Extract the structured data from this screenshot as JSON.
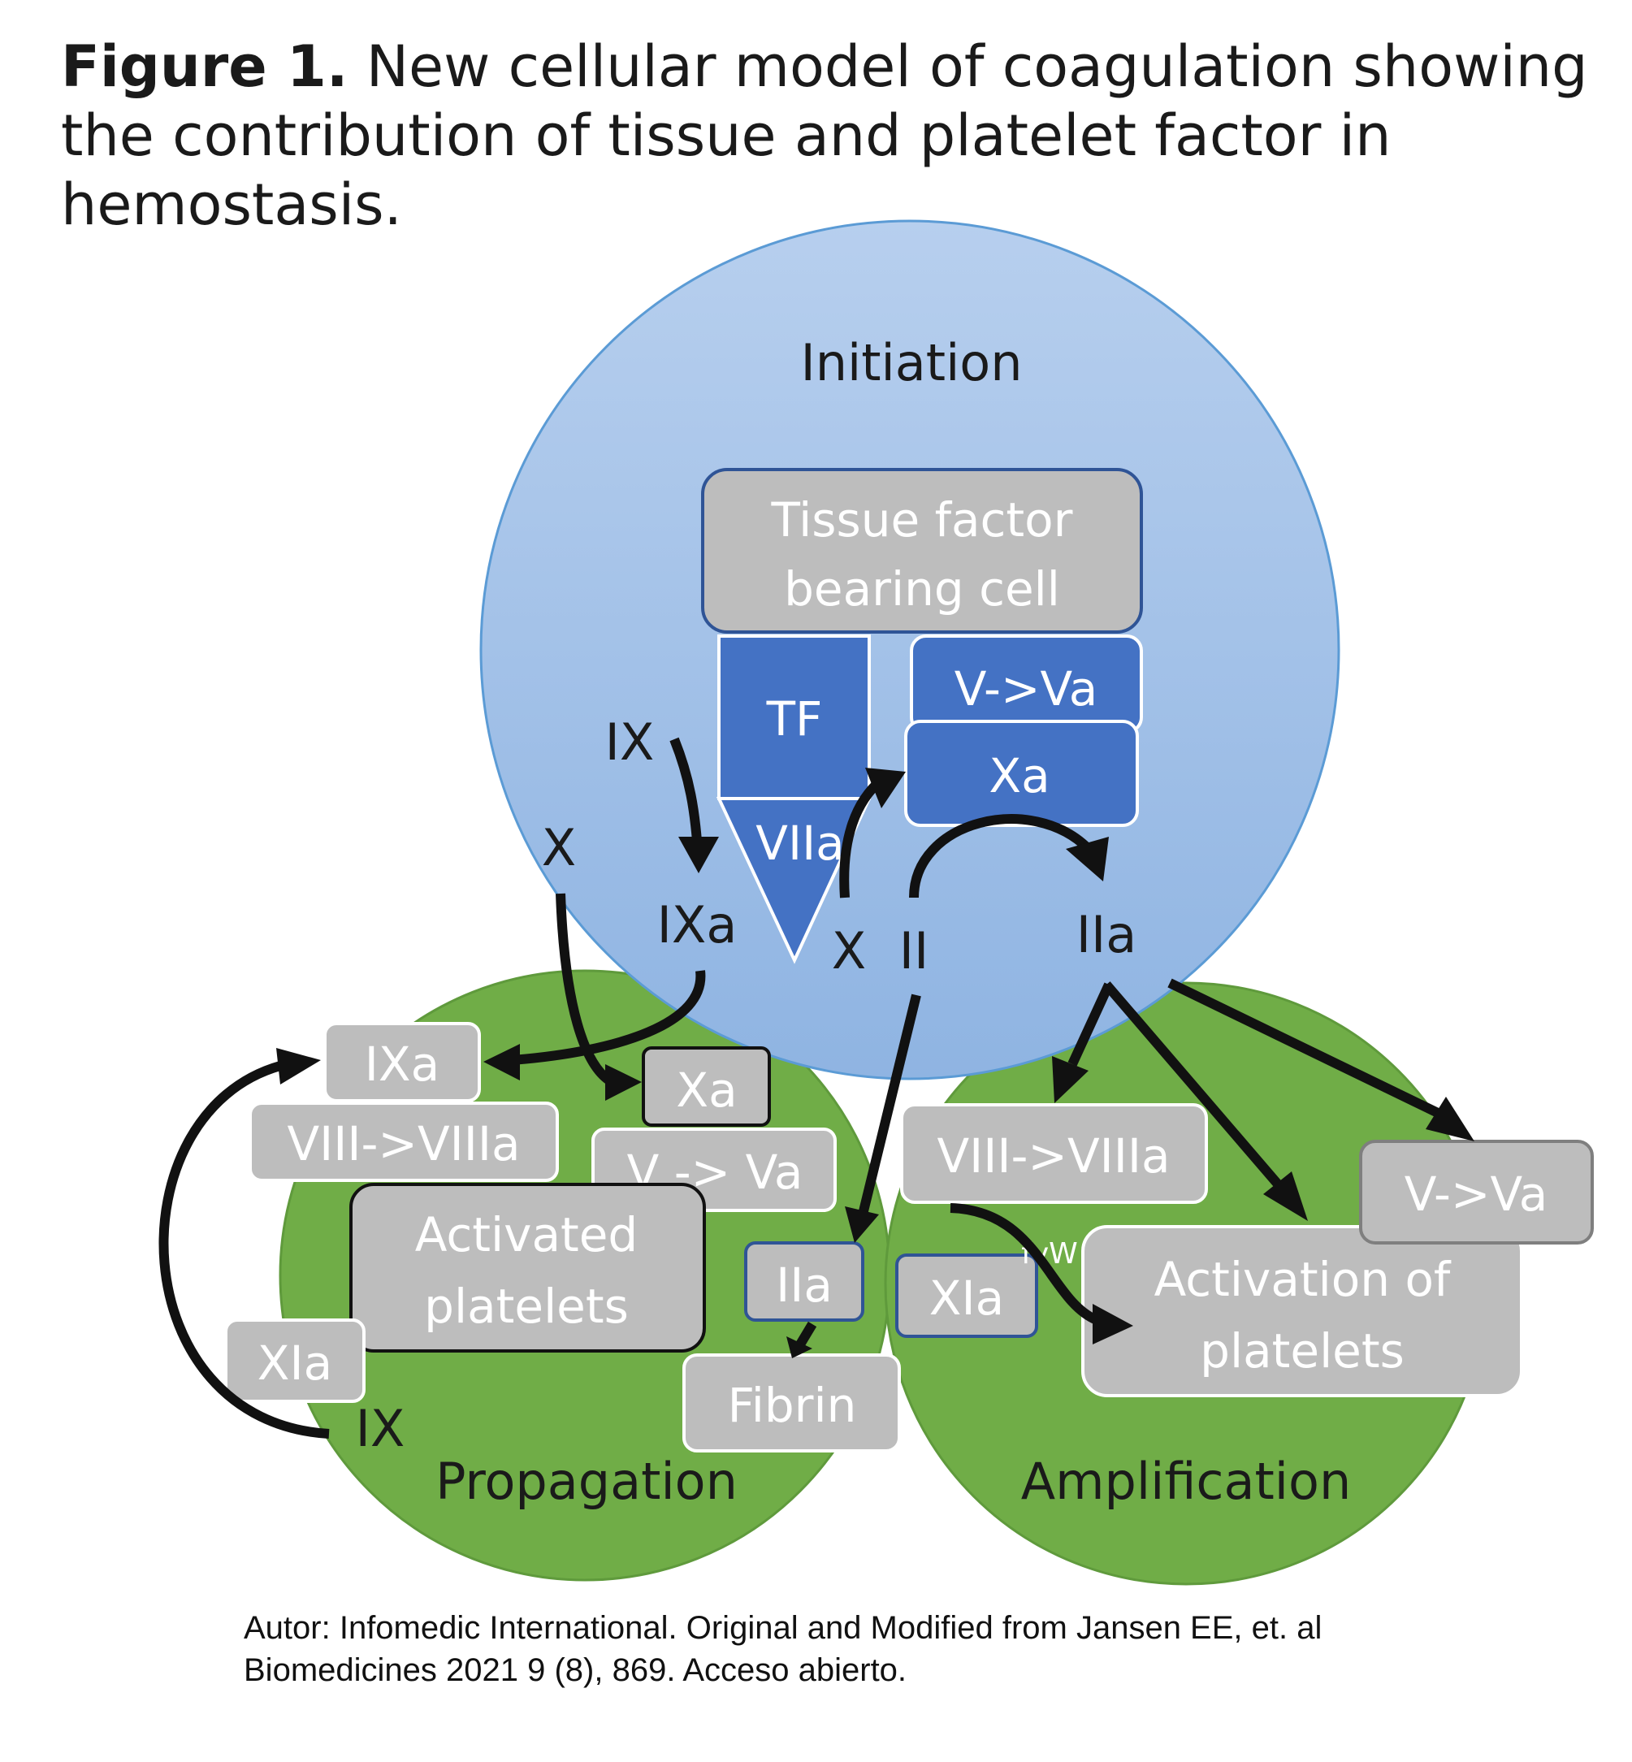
{
  "caption": {
    "figure_label": "Figure 1.",
    "text": "New cellular model of coagulation showing the contribution of tissue and platelet factor in hemostasis."
  },
  "colors": {
    "initiation_circle": "#9dbfe6",
    "green_circles": "#70ad47",
    "gray_box": "#bdbdbd",
    "blue_box": "#4472c4"
  },
  "initiation": {
    "title": "Initiation",
    "tissue_cell": [
      "Tissue factor",
      "bearing cell"
    ],
    "tf": "TF",
    "viia": "VIIa",
    "v_va": "V->Va",
    "xa": "Xa",
    "ix": "IX",
    "x_left": "X",
    "ixa": "IXa",
    "x_mid": "X",
    "ii": "II",
    "iia": "IIa"
  },
  "propagation": {
    "title": "Propagation",
    "ixa": "IXa",
    "viii_viiia": "VIII->VIIIa",
    "xa": "Xa",
    "v_va": "V -> Va",
    "activated_platelets": [
      "Activated",
      "platelets"
    ],
    "xia": "XIa",
    "ix": "IX",
    "iia": "IIa",
    "fibrin": "Fibrin"
  },
  "amplification": {
    "title": "Amplification",
    "viii_viiia": "VIII->VIIIa",
    "v_va": "V->Va",
    "xia": "XIa",
    "fvw": "fvW",
    "activation": [
      "Activation of",
      "platelets"
    ]
  },
  "credit": [
    "Autor: Infomedic International. Original and Modified from Jansen EE, et. al",
    "Biomedicines 2021 9 (8), 869. Acceso abierto."
  ]
}
